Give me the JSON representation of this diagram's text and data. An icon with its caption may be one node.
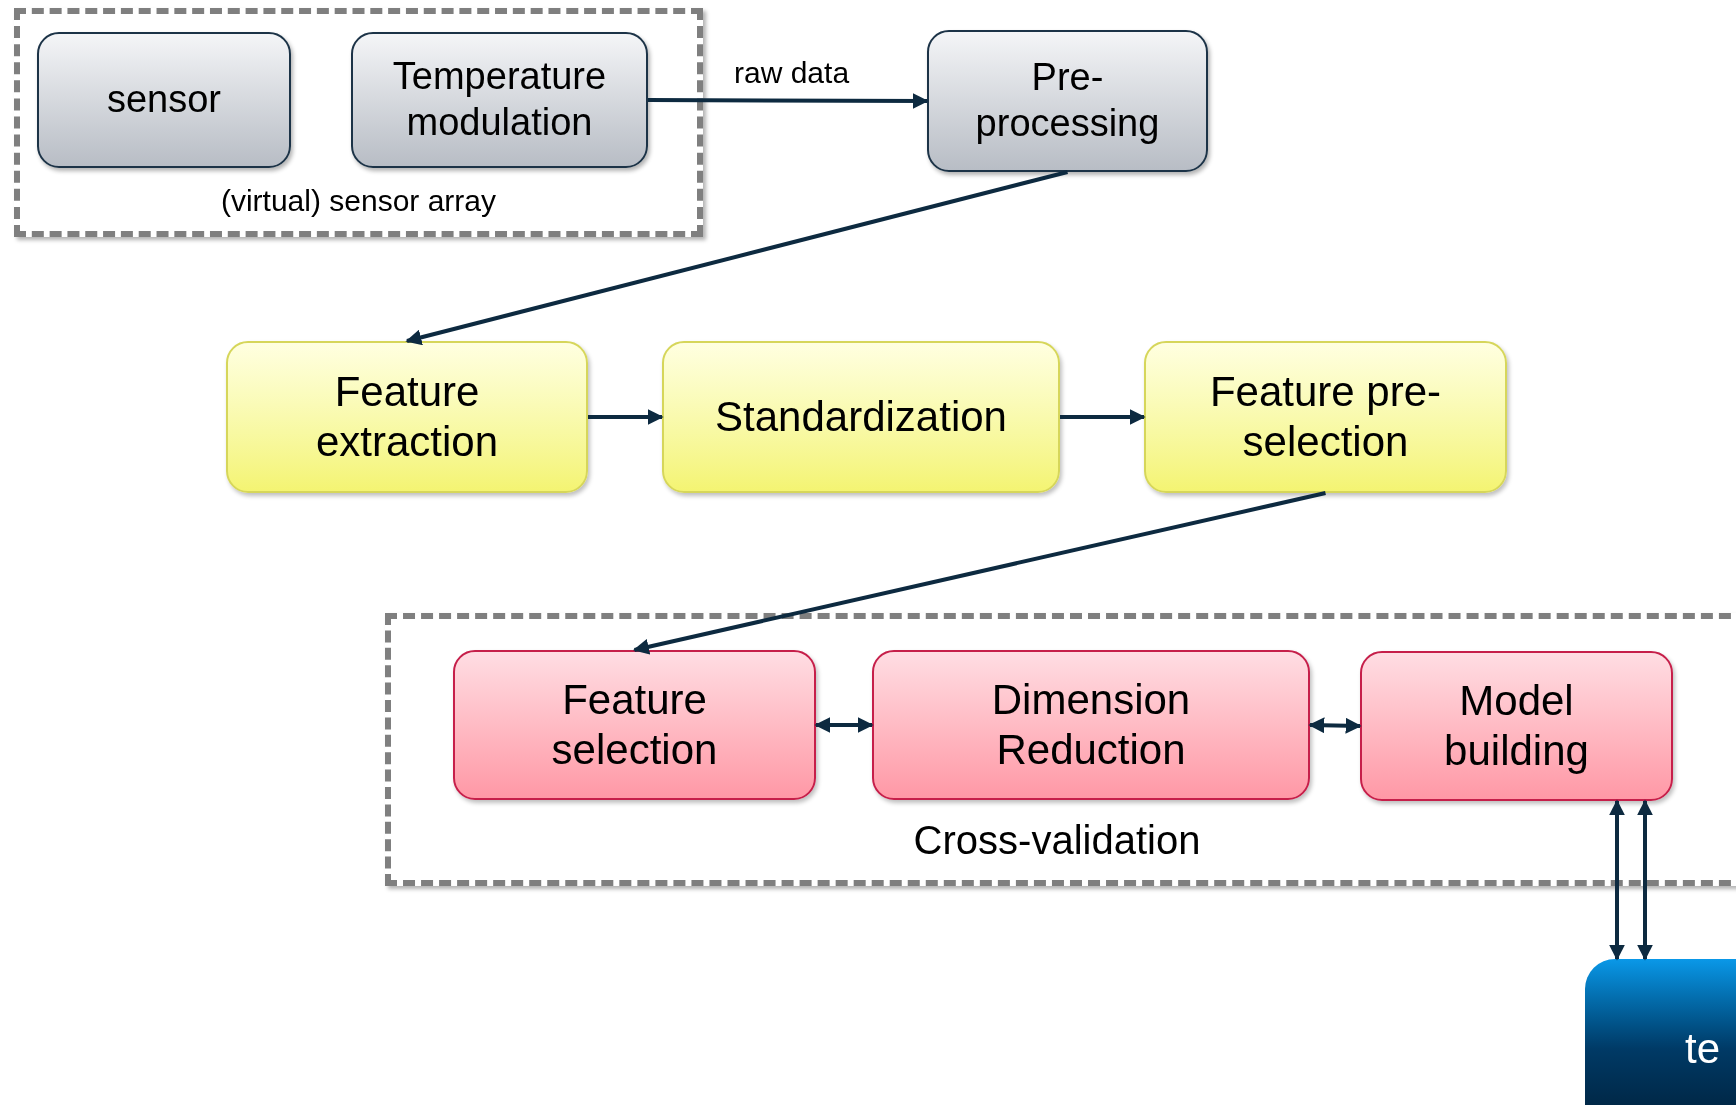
{
  "diagram": {
    "nodes": [
      {
        "text": [
          "(virtual) sensor array"
        ]
      },
      {
        "text": [
          "sensor"
        ],
        "in": 0
      },
      {
        "text": [
          "Temperature modulation"
        ],
        "in": 0
      },
      {
        "text": [
          "Pre-processing"
        ]
      },
      {
        "text": [
          "Feature extraction"
        ]
      },
      {
        "text": [
          "Standardization"
        ]
      },
      {
        "text": [
          "Feature pre-selection"
        ]
      },
      {
        "text": [
          "Cross-validation"
        ]
      },
      {
        "text": [
          "Feature selection"
        ],
        "in": 7
      },
      {
        "text": [
          "Dimension Reduction"
        ],
        "in": 7
      },
      {
        "text": [
          "Model building"
        ],
        "in": 7
      },
      {
        "text": [
          "te"
        ]
      }
    ],
    "edges": [
      {
        "from": 2,
        "to": 3,
        "arrow": "to",
        "label": "raw data"
      },
      {
        "from": 3,
        "to": 4,
        "arrow": "to"
      },
      {
        "from": 4,
        "to": 5,
        "arrow": "to"
      },
      {
        "from": 5,
        "to": 6,
        "arrow": "to"
      },
      {
        "from": 6,
        "to": 8,
        "arrow": "to"
      },
      {
        "from": 8,
        "to": 9,
        "arrow": "both"
      },
      {
        "from": 9,
        "to": 10,
        "arrow": "both"
      },
      {
        "from": 10,
        "to": 11,
        "arrow": "both"
      },
      {
        "from": 10,
        "to": 11,
        "arrow": "both"
      }
    ]
  }
}
